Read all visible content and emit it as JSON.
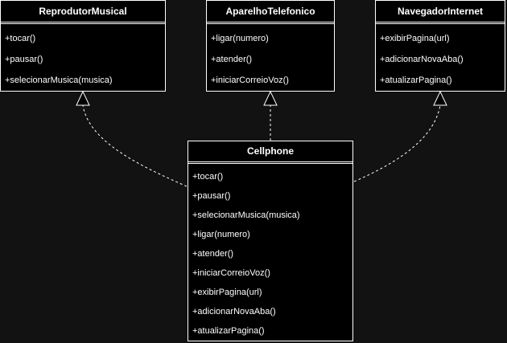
{
  "classes": {
    "reprodutor": {
      "name": "ReprodutorMusical",
      "methods": [
        "+tocar()",
        "+pausar()",
        "+selecionarMusica(musica)"
      ]
    },
    "aparelho": {
      "name": "AparelhoTelefonico",
      "methods": [
        "+ligar(numero)",
        "+atender()",
        "+iniciarCorreioVoz()"
      ]
    },
    "navegador": {
      "name": "NavegadorInternet",
      "methods": [
        "+exibirPagina(url)",
        "+adicionarNovaAba()",
        "+atualizarPagina()"
      ]
    },
    "cellphone": {
      "name": "Cellphone",
      "methods": [
        "+tocar()",
        "+pausar()",
        "+selecionarMusica(musica)",
        "+ligar(numero)",
        "+atender()",
        "+iniciarCorreioVoz()",
        "+exibirPagina(url)",
        "+adicionarNovaAba()",
        "+atualizarPagina()"
      ]
    }
  },
  "colors": {
    "background": "#121212",
    "box_fill": "#000000",
    "stroke": "#ffffff"
  }
}
